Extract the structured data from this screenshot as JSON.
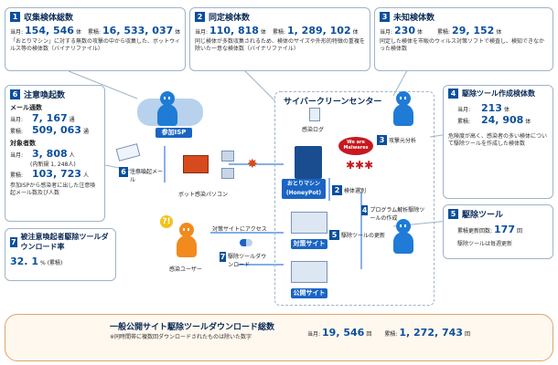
{
  "box1": {
    "num": "1",
    "title": "収集検体総数",
    "cur_label": "当月:",
    "cur_value": "154, 546",
    "cur_unit": "体",
    "tot_label": "累積:",
    "tot_value": "16, 533, 037",
    "tot_unit": "体",
    "desc": "「おとりマシン」に対する無数の攻撃の中から収集した、ボットウィルス等の検体数（バイナリファイル）"
  },
  "box2": {
    "num": "2",
    "title": "同定検体数",
    "cur_label": "当月:",
    "cur_value": "110, 818",
    "cur_unit": "体",
    "tot_label": "累積:",
    "tot_value": "1, 289, 102",
    "tot_unit": "体",
    "desc": "同じ検体が多数収集されるため、検体のサイズや外形的特徴の重複を除いた一意な検体数（バイナリファイル）"
  },
  "box3": {
    "num": "3",
    "title": "未知検体数",
    "cur_label": "当月:",
    "cur_value": "230",
    "cur_unit": "体",
    "tot_label": "累積:",
    "tot_value": "29, 152",
    "tot_unit": "体",
    "desc": "同定した検体を市販のウィルス対策ソフトで検査し、検知できなかった検体数"
  },
  "box4": {
    "num": "4",
    "title": "駆除ツール作成検体数",
    "cur_label": "当月:",
    "cur_value": "213",
    "cur_unit": "体",
    "tot_label": "累積:",
    "tot_value": "24, 908",
    "tot_unit": "体",
    "desc": "危険度が高く、感染者の多い検体について駆除ツールを作成した検体数"
  },
  "box5": {
    "num": "5",
    "title": "駆除ツール",
    "tot_label": "累積更新回数:",
    "tot_value": "177",
    "tot_unit": "回",
    "desc": "駆除ツールは毎週更新"
  },
  "box6": {
    "num": "6",
    "title": "注意喚起数",
    "mail_title": "メール通数",
    "m_cur_label": "当月:",
    "m_cur_value": "7, 167",
    "m_cur_unit": "通",
    "m_tot_label": "累積:",
    "m_tot_value": "509, 063",
    "m_tot_unit": "通",
    "target_title": "対象者数",
    "t_cur_label": "当月:",
    "t_cur_value": "3, 808",
    "t_cur_unit": "人",
    "t_new": "(内新規 1, 248人)",
    "t_tot_label": "累積:",
    "t_tot_value": "103, 723",
    "t_tot_unit": "人",
    "note": "参加ISPから感染者に出した注意喚起メール数及び人数"
  },
  "box7": {
    "num": "7",
    "title": "被注意喚起者駆除ツールダウンロード率",
    "value": "32. 1",
    "unit": "%",
    "sub": "(累積)"
  },
  "bottom": {
    "title": "一般公開サイト駆除ツールダウンロード総数",
    "note": "※同時間帯に複数回ダウンロードされたものは除いた数字",
    "cur_label": "当月:",
    "cur_value": "19, 546",
    "cur_unit": "回",
    "tot_label": "累積:",
    "tot_value": "1, 272, 743",
    "tot_unit": "回"
  },
  "diagram": {
    "center_title": "サイバークリーンセンター",
    "infection_log": "感染ログ",
    "isp": "参加ISP",
    "bot_pc": "ボット感染パソコン",
    "alert_mail": "注意喚起メール",
    "alert_num": "6",
    "honeypot": "おとりマシン(HoneyPot)",
    "malwares": "We are Malwares",
    "attack": "攻撃元分析",
    "attack_num": "3",
    "selection": "検体選別",
    "selection_num": "2",
    "program": "プログラム解析駆除ツールの作成",
    "program_num": "4",
    "update": "駆除ツールの更新",
    "update_num": "5",
    "access": "対策サイトにアクセス",
    "taisaku": "対策サイト",
    "kokai": "公開サイト",
    "user": "感染ユーザー",
    "download": "駆除ツールダウンロード",
    "download_num": "7"
  }
}
